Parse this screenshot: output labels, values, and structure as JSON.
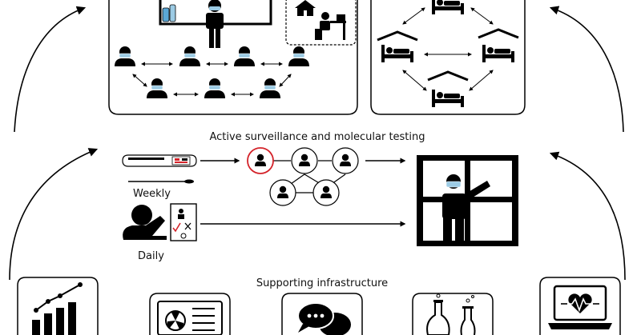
{
  "labels": {
    "surveillance": "Active surveillance and molecular testing",
    "weekly": "Weekly",
    "daily": "Daily",
    "infrastructure": "Supporting infrastructure"
  },
  "panels": {
    "left": {
      "icons": [
        "handwashing-station-icon",
        "teacher-icon",
        "whiteboard-icon",
        "home-remote-learning-icon",
        "masked-student-icon",
        "bidirectional-arrow-icon"
      ]
    },
    "right": {
      "icons": [
        "bed-icon",
        "roof-icon",
        "bidirectional-arrow-icon"
      ]
    }
  },
  "surveillance": {
    "icons": [
      "swab-test-tube-icon",
      "swab-icon",
      "contact-network-icon",
      "index-case-icon",
      "person-icon",
      "symptom-checklist-icon",
      "sick-person-icon",
      "quarantine-window-icon"
    ],
    "accent_color": "#d4232a"
  },
  "infrastructure": {
    "icons": [
      "growth-chart-icon",
      "ventilation-fan-icon",
      "communication-bubbles-icon",
      "laboratory-flask-icon",
      "telehealth-laptop-icon"
    ]
  }
}
